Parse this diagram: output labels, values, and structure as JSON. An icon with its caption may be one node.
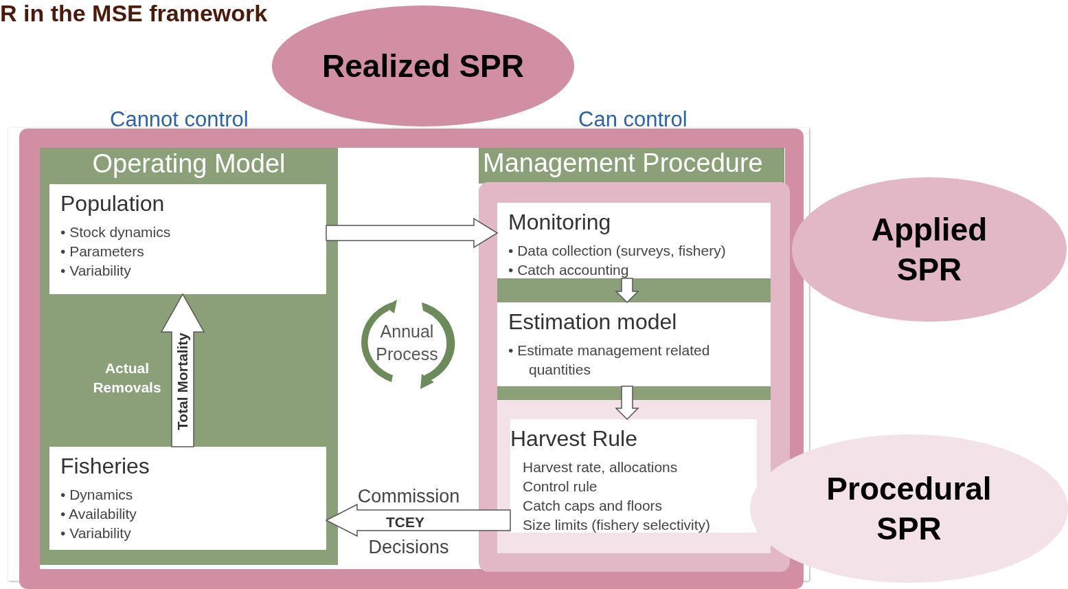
{
  "diagram": {
    "title": "R in the MSE framework",
    "nodes": [
      {
        "text": [
          "Realized SPR"
        ]
      },
      {
        "text": [
          "Operating Model"
        ]
      },
      {
        "text": [
          "Population",
          "• Stock dynamics",
          "• Parameters",
          "• Variability"
        ],
        "in": 1
      },
      {
        "text": [
          "Fisheries",
          "• Dynamics",
          "• Availability",
          "• Variability"
        ],
        "in": 1
      },
      {
        "text": [
          "Management Procedure"
        ]
      },
      {
        "text": [
          "Monitoring",
          "• Data collection (surveys, fishery)",
          "• Catch accounting"
        ],
        "in": 4
      },
      {
        "text": [
          "Estimation model",
          "• Estimate management related quantities"
        ],
        "in": 4
      },
      {
        "text": [
          "Harvest Rule",
          "Harvest rate, allocations",
          "Control rule",
          "Catch caps and floors",
          "Size limits (fishery selectivity)"
        ],
        "in": 4
      },
      {
        "text": [
          "Applied SPR"
        ]
      },
      {
        "text": [
          "Procedural SPR"
        ]
      }
    ],
    "edges": [
      {
        "from": 2,
        "to": 5,
        "arrow": "to"
      },
      {
        "from": 5,
        "to": 6,
        "arrow": "to"
      },
      {
        "from": 6,
        "to": 7,
        "arrow": "to"
      },
      {
        "from": 7,
        "to": 3,
        "arrow": "to",
        "label": "TCEY"
      },
      {
        "from": 3,
        "to": 2,
        "arrow": "to",
        "label": "Total Mortality"
      }
    ],
    "labels": [
      "Cannot control",
      "Can control",
      "Actual Removals",
      "Annual Process",
      "Commission",
      "Decisions"
    ]
  }
}
